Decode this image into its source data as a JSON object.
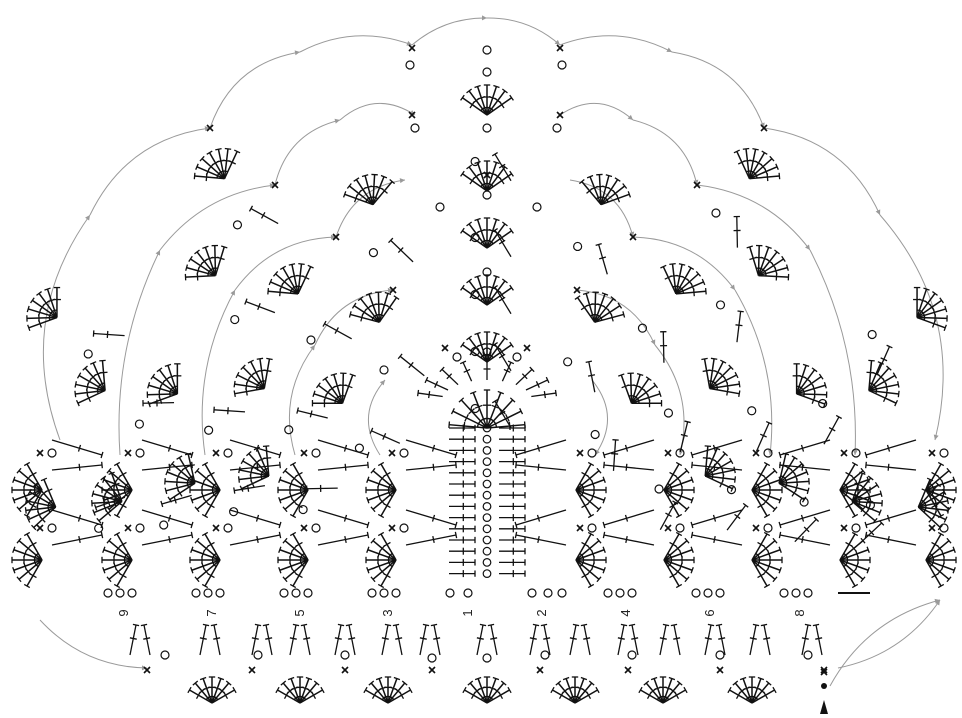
{
  "diagram": {
    "row_labels": [
      "9",
      "7",
      "5",
      "3",
      "1",
      "2",
      "4",
      "6",
      "8"
    ],
    "symbols": {
      "chain": "o",
      "single_crochet": "×",
      "start_marker": "▲"
    },
    "colors": {
      "ink": "#111111",
      "connector": "#9a9a9a",
      "background": "#ffffff"
    }
  }
}
